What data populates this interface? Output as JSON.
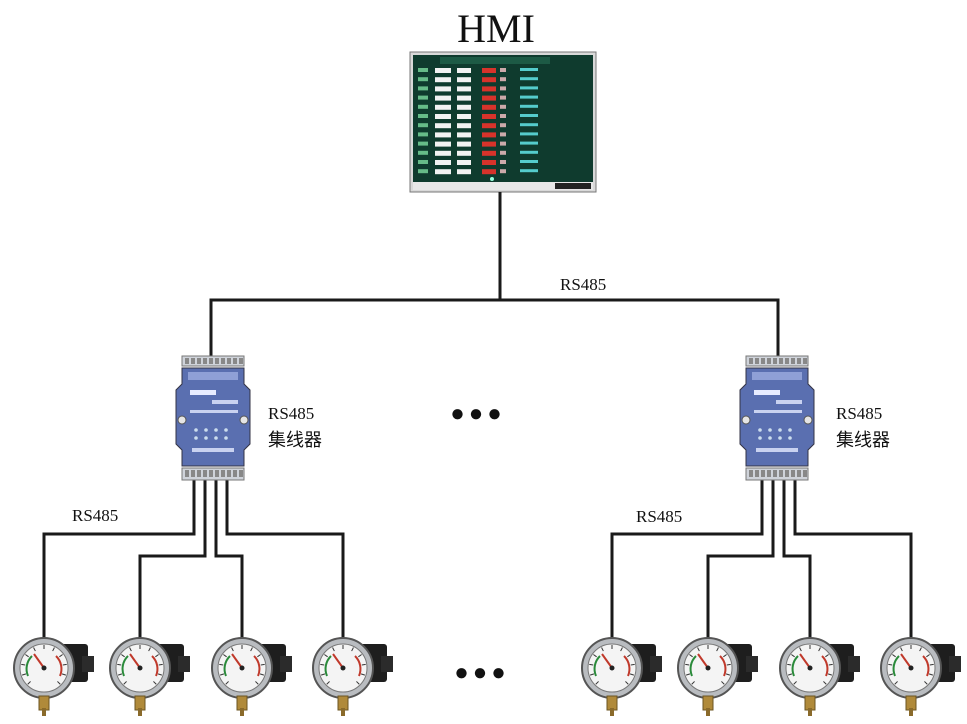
{
  "hmi": {
    "title": "HMI"
  },
  "bus": {
    "main_label": "RS485"
  },
  "hubs": [
    {
      "name": "RS485",
      "sub": "集线器",
      "branch_label": "RS485"
    },
    {
      "name": "RS485",
      "sub": "集线器",
      "branch_label": "RS485"
    }
  ],
  "ellipsis": "●●●",
  "colors": {
    "line": "#1a1a1a",
    "hub_body": "#5a6fb0",
    "screen_bg": "#0f3b2e",
    "accent_red": "#d7332b"
  }
}
